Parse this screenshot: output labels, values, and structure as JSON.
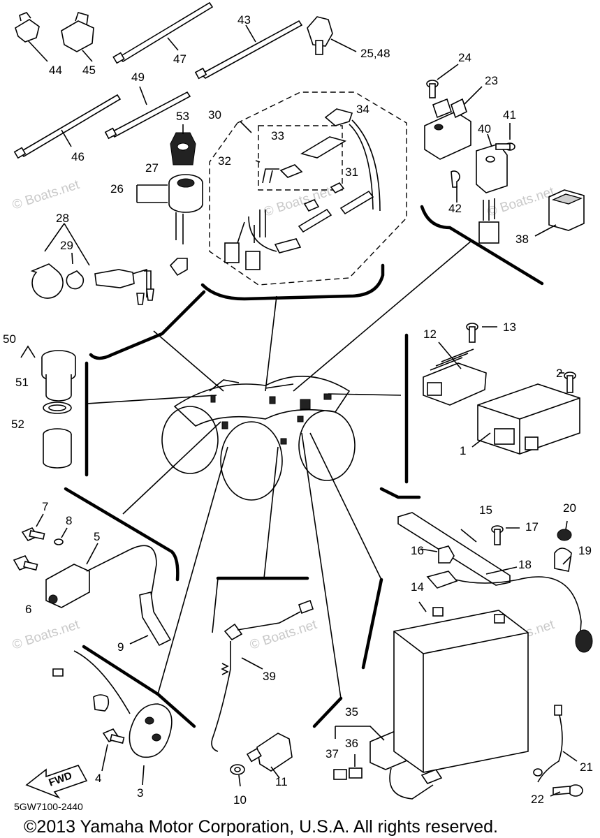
{
  "diagram": {
    "callouts": {
      "c1": "1",
      "c2": "2",
      "c3": "3",
      "c4": "4",
      "c5": "5",
      "c6": "6",
      "c7": "7",
      "c8": "8",
      "c9": "9",
      "c10": "10",
      "c11": "11",
      "c12": "12",
      "c13": "13",
      "c14": "14",
      "c15": "15",
      "c16": "16",
      "c17": "17",
      "c18": "18",
      "c19": "19",
      "c20": "20",
      "c21": "21",
      "c22": "22",
      "c23": "23",
      "c24": "24",
      "c25_48": "25,48",
      "c26": "26",
      "c27": "27",
      "c28": "28",
      "c29": "29",
      "c30": "30",
      "c31": "31",
      "c32": "32",
      "c33": "33",
      "c34": "34",
      "c35": "35",
      "c36": "36",
      "c37": "37",
      "c38": "38",
      "c39": "39",
      "c40": "40",
      "c41": "41",
      "c42": "42",
      "c43": "43",
      "c44": "44",
      "c45": "45",
      "c46": "46",
      "c47": "47",
      "c49": "49",
      "c50": "50",
      "c51": "51",
      "c52": "52",
      "c53": "53"
    },
    "fwd_label": "FWD",
    "diagram_code": "5GW7100-2440",
    "copyright": "©2013 Yamaha Motor Corporation, U.S.A. All rights reserved.",
    "watermark": "© Boats.net"
  }
}
